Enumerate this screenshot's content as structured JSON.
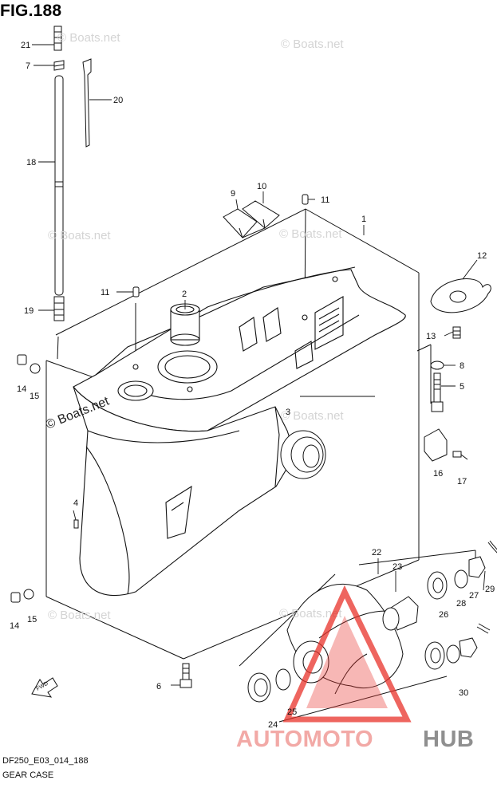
{
  "figure": {
    "title": "FIG.188",
    "code": "DF250_E03_014_188",
    "caption": "GEAR CASE"
  },
  "watermark": {
    "text": "© Boats.net"
  },
  "brand": {
    "part1": "AUTOMOTO",
    "part2": "HUB",
    "color_primary": "#f2a9a6",
    "color_secondary": "#8f8f8f",
    "color_outline": "#e8312a"
  },
  "callouts": {
    "c1": "1",
    "c2": "2",
    "c3": "3",
    "c4": "4",
    "c5": "5",
    "c6": "6",
    "c7": "7",
    "c8": "8",
    "c9": "9",
    "c10": "10",
    "c11a": "11",
    "c11b": "11",
    "c12": "12",
    "c13": "13",
    "c14a": "14",
    "c14b": "14",
    "c15a": "15",
    "c15b": "15",
    "c16": "16",
    "c17": "17",
    "c18": "18",
    "c19": "19",
    "c20": "20",
    "c21": "21",
    "c22": "22",
    "c23": "23",
    "c24": "24",
    "c25": "25",
    "c26": "26",
    "c27": "27",
    "c28": "28",
    "c29": "29",
    "c30": "30"
  },
  "fwd_label": "FWD"
}
